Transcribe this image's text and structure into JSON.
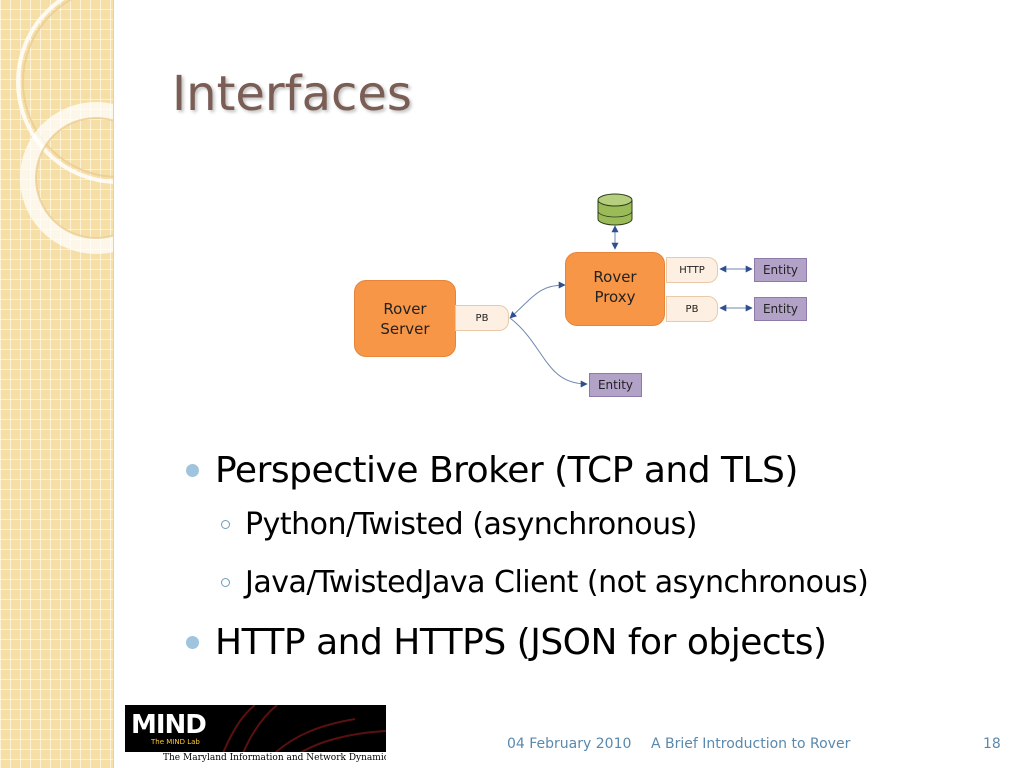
{
  "slide": {
    "title": "Interfaces",
    "diagram": {
      "rover_server_label_1": "Rover",
      "rover_server_label_2": "Server",
      "rover_proxy_label_1": "Rover",
      "rover_proxy_label_2": "Proxy",
      "server_port": "PB",
      "proxy_port_http": "HTTP",
      "proxy_port_pb": "PB",
      "entity_top": "Entity",
      "entity_middle": "Entity",
      "entity_bottom": "Entity"
    },
    "bullets": [
      {
        "text": "Perspective Broker (TCP and TLS)",
        "sub": [
          "Python/Twisted (asynchronous)",
          "Java/TwistedJava Client (not asynchronous)"
        ]
      },
      {
        "text": "HTTP and HTTPS (JSON for objects)"
      }
    ]
  },
  "logo": {
    "main": "MIND",
    "sub": "The MIND Lab",
    "tagline": "The Maryland Information and Network Dynamics Lab"
  },
  "footer": {
    "date": "04 February 2010",
    "presentation_title": "A Brief Introduction to Rover",
    "page_number": "18"
  },
  "colors": {
    "title": "#7a5d54",
    "node": "#f79646",
    "entity": "#b2a2c7",
    "accent": "#5a89ad",
    "bullet": "#a0c4dd",
    "strip": "#f6dfa6"
  }
}
